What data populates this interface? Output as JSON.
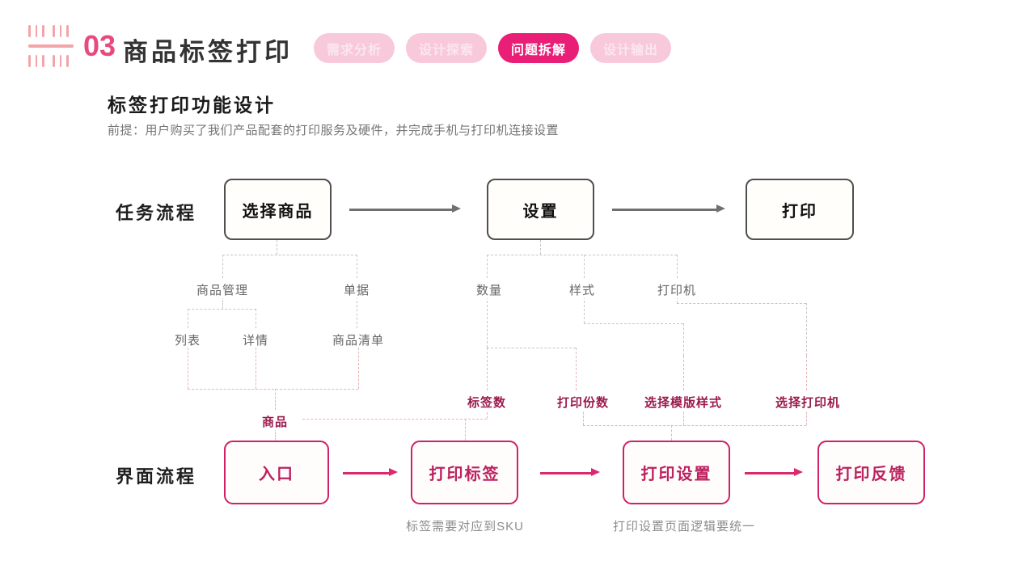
{
  "header": {
    "logo_icon": "barcode-logo",
    "section_number": "03",
    "title": "商品标签打印",
    "nav_pills": [
      {
        "label": "需求分析",
        "active": false
      },
      {
        "label": "设计探索",
        "active": false
      },
      {
        "label": "问题拆解",
        "active": true
      },
      {
        "label": "设计输出",
        "active": false
      }
    ]
  },
  "content": {
    "heading": "标签打印功能设计",
    "premise": "前提：用户购买了我们产品配套的打印服务及硬件，并完成手机与打印机连接设置"
  },
  "diagram": {
    "task_flow": {
      "row_label": "任务流程",
      "steps": [
        "选择商品",
        "设置",
        "打印"
      ]
    },
    "task_tree": {
      "select_children": [
        "商品管理",
        "单据"
      ],
      "manage_children": [
        "列表",
        "详情"
      ],
      "order_child": "商品清单",
      "settings_children": [
        "数量",
        "样式",
        "打印机"
      ]
    },
    "mapping_labels": {
      "product": "商品",
      "label_count": "标签数",
      "print_copies": "打印份数",
      "template_style": "选择模版样式",
      "select_printer": "选择打印机"
    },
    "ui_flow": {
      "row_label": "界面流程",
      "steps": [
        "入口",
        "打印标签",
        "打印设置",
        "打印反馈"
      ]
    },
    "notes": [
      "标签需要对应到SKU",
      "打印设置页面逻辑要统一"
    ]
  },
  "colors": {
    "accent_magenta": "#e91e77",
    "pink_light": "#f8c9da",
    "logo_pink": "#f2a4a8",
    "dark_box_border": "#4f4f4f",
    "pink_box_border": "#ce2168",
    "map_label_text": "#9b1b4d",
    "gray_dash": "#c6c6c6",
    "pink_dash": "#e8b3b7"
  }
}
